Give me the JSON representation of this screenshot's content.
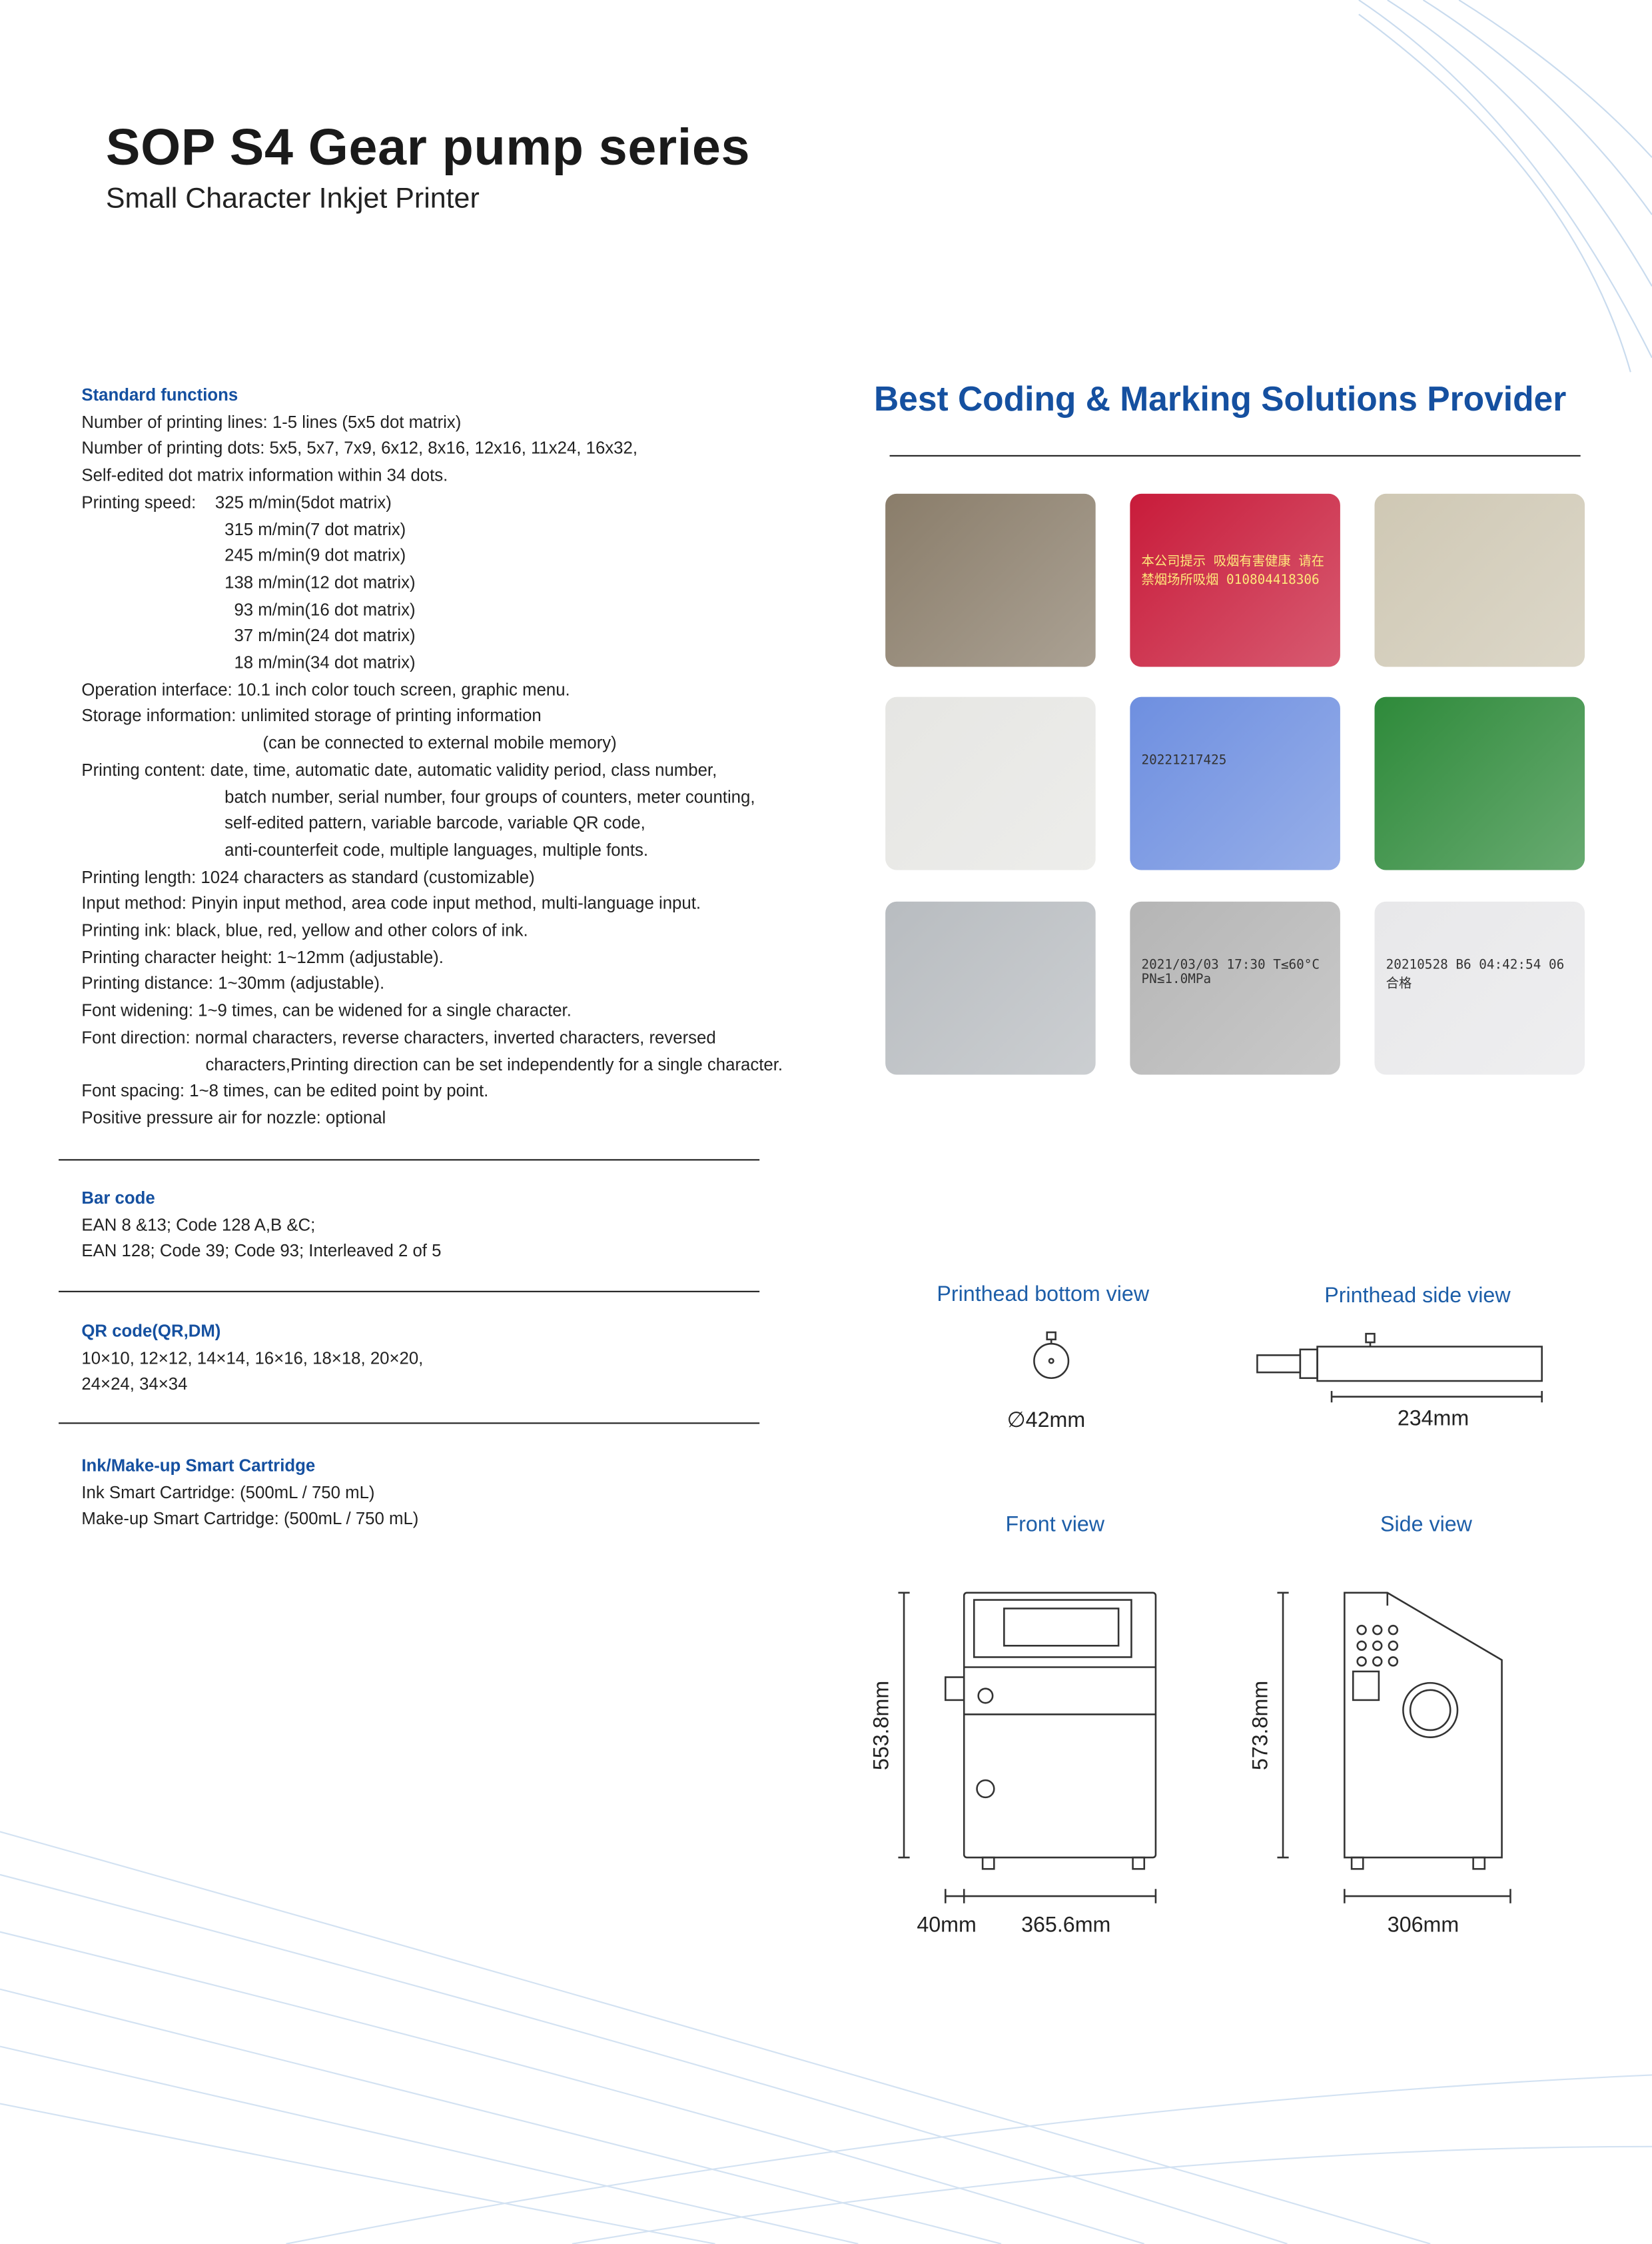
{
  "header": {
    "title": "SOP S4 Gear pump series",
    "subtitle": "Small Character Inkjet Printer"
  },
  "standard": {
    "heading": "Standard functions",
    "lines": [
      "Number of printing lines: 1-5 lines (5x5 dot matrix)",
      "Number of printing dots: 5x5, 5x7, 7x9, 6x12, 8x16, 12x16, 11x24, 16x32,",
      "Self-edited dot matrix information within 34 dots.",
      "Printing speed:    325 m/min(5dot matrix)",
      "                              315 m/min(7 dot matrix)",
      "                              245 m/min(9 dot matrix)",
      "                              138 m/min(12 dot matrix)",
      "                                93 m/min(16 dot matrix)",
      "                                37 m/min(24 dot matrix)",
      "                                18 m/min(34 dot matrix)",
      "Operation interface: 10.1 inch color touch screen, graphic menu.",
      "Storage information: unlimited storage of printing information",
      "                                      (can be connected to external mobile memory)",
      "Printing content: date, time, automatic date, automatic validity period, class number,",
      "                              batch number, serial number, four groups of counters, meter counting,",
      "                              self-edited pattern, variable barcode, variable QR code,",
      "                              anti-counterfeit code, multiple languages, multiple fonts.",
      "Printing length: 1024 characters as standard (customizable)",
      "Input method: Pinyin input method, area code input method, multi-language input.",
      "Printing ink: black, blue, red, yellow and other colors of ink.",
      "Printing character height: 1~12mm (adjustable).",
      "Printing distance: 1~30mm (adjustable).",
      "Font widening: 1~9 times, can be widened for a single character.",
      "Font direction: normal characters, reverse characters, inverted characters, reversed",
      "                          characters,Printing direction can be set independently for a single character.",
      "Font spacing: 1~8 times, can be edited point by point.",
      "Positive pressure air for nozzle: optional"
    ]
  },
  "barcode": {
    "heading": "Bar code",
    "lines": [
      "EAN 8 &13; Code 128 A,B &C;",
      "EAN 128; Code 39; Code 93; Interleaved 2 of 5"
    ]
  },
  "qrcode": {
    "heading": "QR code(QR,DM)",
    "lines": [
      "10×10, 12×12, 14×14, 16×16, 18×18, 20×20,",
      "24×24, 34×34"
    ]
  },
  "cartridge": {
    "heading": "Ink/Make-up Smart Cartridge",
    "lines": [
      "Ink Smart Cartridge: (500mL / 750 mL)",
      "Make-up Smart Cartridge: (500mL / 750 mL)"
    ]
  },
  "tagline": "Best Coding & Marking Solutions Provider",
  "photos": [
    {
      "name": "wood-board",
      "color": "#8a7d6a"
    },
    {
      "name": "red-cigarette-box",
      "color": "#c81b3a",
      "text": "本公司提示 吸烟有害健康 请在禁烟场所吸烟 010804418306"
    },
    {
      "name": "eggs",
      "color": "#cfc8b4"
    },
    {
      "name": "white-box",
      "color": "#e6e6e3"
    },
    {
      "name": "blue-bottles",
      "color": "#6e8fe0",
      "text": "20221217425"
    },
    {
      "name": "circuit-board",
      "color": "#2e8a3a"
    },
    {
      "name": "can-lid",
      "color": "#b8bcc0"
    },
    {
      "name": "cable-pipe",
      "color": "#b5b5b5",
      "text": "2021/03/03 17:30 T≤60°C PN≤1.0MPa"
    },
    {
      "name": "film-code",
      "color": "#e8e8ea",
      "text": "20210528 B6 04:42:54 06 合格"
    }
  ],
  "drawings": {
    "bottom_view": {
      "label": "Printhead bottom view",
      "dim": "∅42mm"
    },
    "side_head": {
      "label": "Printhead side view",
      "dim": "234mm"
    },
    "front": {
      "label": "Front view",
      "height": "553.8mm",
      "w1": "40mm",
      "w2": "365.6mm"
    },
    "side": {
      "label": "Side view",
      "height": "573.8mm",
      "width": "306mm"
    }
  }
}
